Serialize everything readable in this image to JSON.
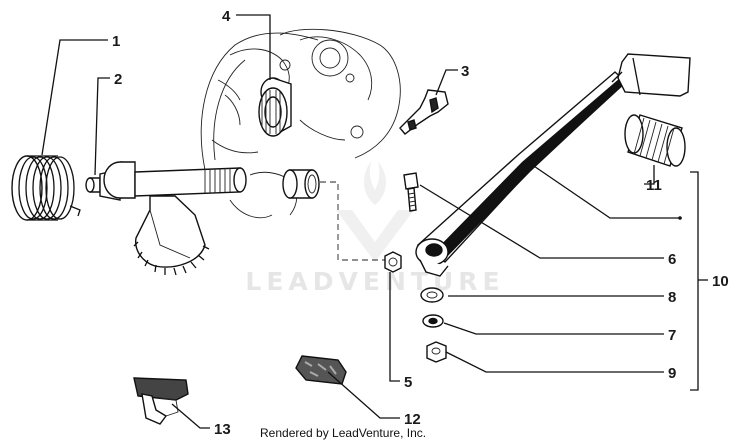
{
  "diagram": {
    "callouts": {
      "c1": "1",
      "c2": "2",
      "c3": "3",
      "c4": "4",
      "c5": "5",
      "c6": "6",
      "c7": "7",
      "c8": "8",
      "c9": "9",
      "c10": "10",
      "c11": "11",
      "c12": "12",
      "c13": "13"
    },
    "watermark": "LEADVENTURE",
    "credit": "Rendered by LeadVenture, Inc."
  },
  "colors": {
    "ink": "#111111",
    "watermark": "#e6e6e6",
    "background": "#ffffff"
  }
}
